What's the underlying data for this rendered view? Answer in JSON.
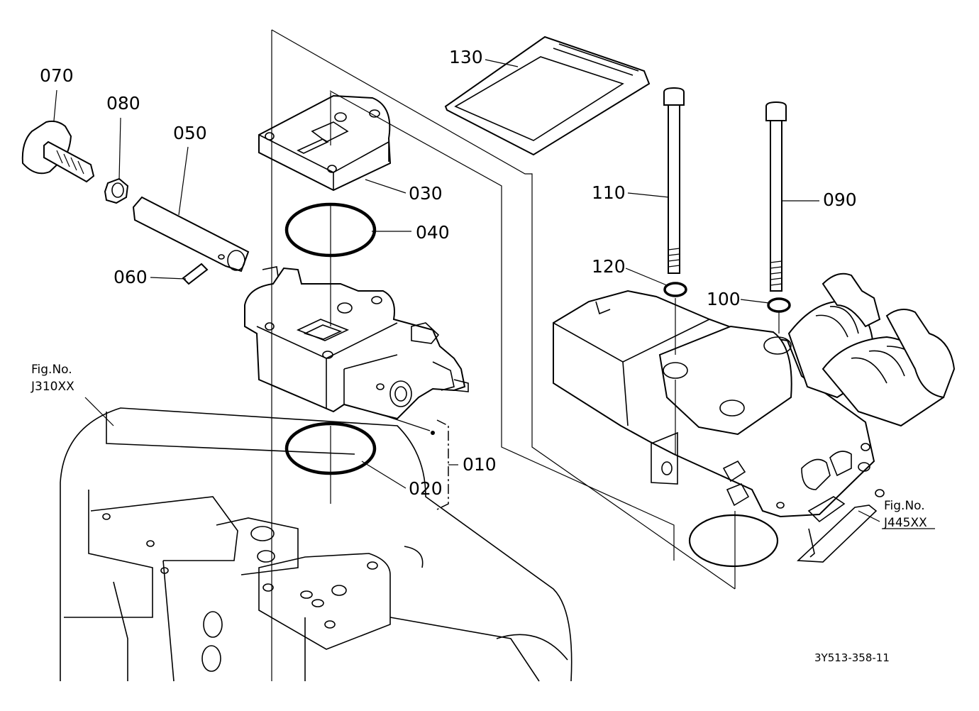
{
  "labels": {
    "p010": "010",
    "p020": "020",
    "p030": "030",
    "p040": "040",
    "p050": "050",
    "p060": "060",
    "p070": "070",
    "p080": "080",
    "p090": "090",
    "p100": "100",
    "p110": "110",
    "p120": "120",
    "p130": "130"
  },
  "refs": {
    "left_fig_title": "Fig.No.",
    "left_fig_code": "J310XX",
    "right_fig_title": "Fig.No.",
    "right_fig_code": "J445XX"
  },
  "drawing_code": "3Y513-358-11"
}
